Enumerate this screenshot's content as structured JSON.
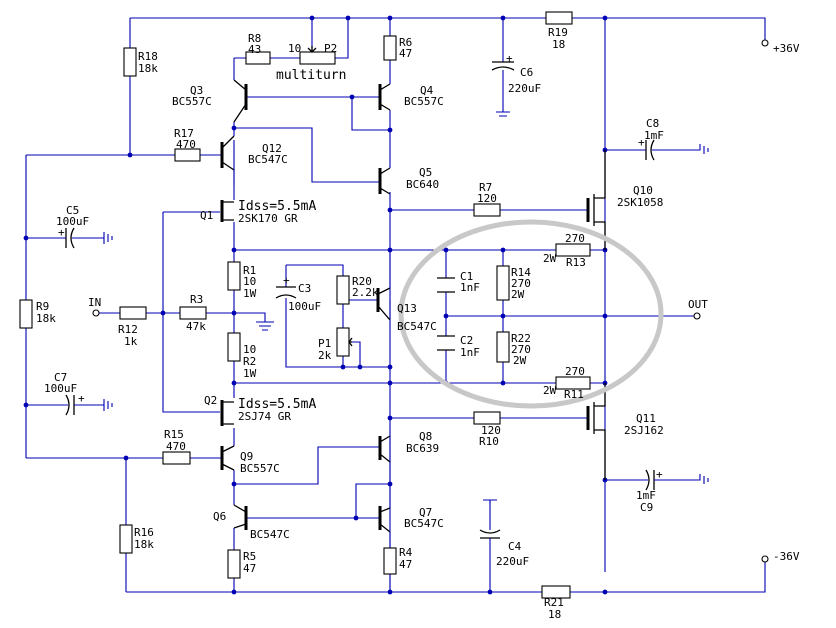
{
  "rails": {
    "pos": "+36V",
    "neg": "-36V"
  },
  "ports": {
    "in": "IN",
    "out": "OUT"
  },
  "resistors": {
    "R1": {
      "ref": "R1",
      "value": "10",
      "rating": "1W"
    },
    "R2": {
      "ref": "R2",
      "value": "10",
      "rating": "1W"
    },
    "R3": {
      "ref": "R3",
      "value": "47k"
    },
    "R4": {
      "ref": "R4",
      "value": "47"
    },
    "R5": {
      "ref": "R5",
      "value": "47"
    },
    "R6": {
      "ref": "R6",
      "value": "47"
    },
    "R7": {
      "ref": "R7",
      "value": "120"
    },
    "R8": {
      "ref": "R8",
      "value": "43"
    },
    "R9": {
      "ref": "R9",
      "value": "18k"
    },
    "R10": {
      "ref": "R10",
      "value": "120"
    },
    "R11": {
      "ref": "R11",
      "value": "270",
      "rating": "2W"
    },
    "R12": {
      "ref": "R12",
      "value": "1k"
    },
    "R13": {
      "ref": "R13",
      "value": "270",
      "rating": "2W"
    },
    "R14": {
      "ref": "R14",
      "value": "270",
      "rating": "2W"
    },
    "R15": {
      "ref": "R15",
      "value": "470"
    },
    "R16": {
      "ref": "R16",
      "value": "18k"
    },
    "R17": {
      "ref": "R17",
      "value": "470"
    },
    "R18": {
      "ref": "R18",
      "value": "18k"
    },
    "R19": {
      "ref": "R19",
      "value": "18"
    },
    "R20": {
      "ref": "R20",
      "value": "2.2k"
    },
    "R21": {
      "ref": "R21",
      "value": "18"
    },
    "R22": {
      "ref": "R22",
      "value": "270",
      "rating": "2W"
    }
  },
  "pots": {
    "P1": {
      "ref": "P1",
      "value": "2k"
    },
    "P2": {
      "ref": "P2",
      "value": "10",
      "note": "multiturn"
    }
  },
  "capacitors": {
    "C1": {
      "ref": "C1",
      "value": "1nF"
    },
    "C2": {
      "ref": "C2",
      "value": "1nF"
    },
    "C3": {
      "ref": "C3",
      "value": "100uF"
    },
    "C4": {
      "ref": "C4",
      "value": "220uF"
    },
    "C5": {
      "ref": "C5",
      "value": "100uF"
    },
    "C6": {
      "ref": "C6",
      "value": "220uF"
    },
    "C7": {
      "ref": "C7",
      "value": "100uF"
    },
    "C8": {
      "ref": "C8",
      "value": "1mF"
    },
    "C9": {
      "ref": "C9",
      "value": "1mF"
    }
  },
  "transistors": {
    "Q1": {
      "ref": "Q1",
      "part": "2SK170 GR",
      "note": "Idss=5.5mA"
    },
    "Q2": {
      "ref": "Q2",
      "part": "2SJ74 GR",
      "note": "Idss=5.5mA"
    },
    "Q3": {
      "ref": "Q3",
      "part": "BC557C"
    },
    "Q4": {
      "ref": "Q4",
      "part": "BC557C"
    },
    "Q5": {
      "ref": "Q5",
      "part": "BC640"
    },
    "Q6": {
      "ref": "Q6",
      "part": "BC547C"
    },
    "Q7": {
      "ref": "Q7",
      "part": "BC547C"
    },
    "Q8": {
      "ref": "Q8",
      "part": "BC639"
    },
    "Q9": {
      "ref": "Q9",
      "part": "BC557C"
    },
    "Q10": {
      "ref": "Q10",
      "part": "2SK1058"
    },
    "Q11": {
      "ref": "Q11",
      "part": "2SJ162"
    },
    "Q12": {
      "ref": "Q12",
      "part": "BC547C"
    },
    "Q13": {
      "ref": "Q13",
      "part": "BC547C"
    }
  },
  "polarity": {
    "plus": "+"
  }
}
